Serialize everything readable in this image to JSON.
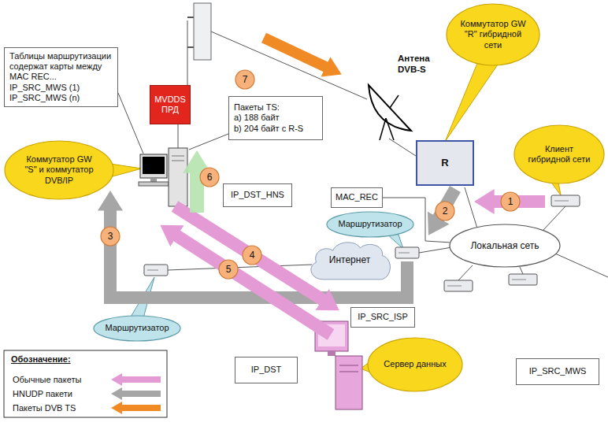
{
  "diagram": {
    "nodes": [
      {
        "text": [
          "Таблицы маршрутизации содержат карты между",
          "MAC REC...",
          "IP_SRC_MWS (1)",
          "IP_SRC_MWS (n)"
        ]
      },
      {
        "text": [
          "MVDDS ПРД"
        ]
      },
      {
        "text": [
          "7"
        ]
      },
      {
        "text": [
          "Коммутатор GW \"R\" гибридной сети"
        ]
      },
      {
        "text": [
          "Пакеты TS:",
          "a) 188 байт",
          "b) 204 байт с R-S"
        ]
      },
      {
        "text": [
          "R"
        ]
      },
      {
        "text": [
          "Клиент гибридной сети"
        ]
      },
      {
        "text": [
          "Коммутатор GW \"S\" и коммутатор DVB/IP"
        ]
      },
      {
        "text": [
          "6"
        ]
      },
      {
        "text": [
          "IP_DST_HNS"
        ]
      },
      {
        "text": [
          "MAC_REC"
        ]
      },
      {
        "text": [
          "1"
        ]
      },
      {
        "text": [
          "Маршрутизатор"
        ]
      },
      {
        "text": [
          "Локальная сеть"
        ]
      },
      {
        "text": [
          "3"
        ]
      },
      {
        "text": [
          "2"
        ]
      },
      {
        "text": [
          "4"
        ]
      },
      {
        "text": [
          "Интернет"
        ]
      },
      {
        "text": [
          "5"
        ]
      },
      {
        "text": [
          "Маршрутизатор"
        ]
      },
      {
        "text": [
          "IP_SRC_ISP"
        ]
      },
      {
        "text": [
          "IP_DST"
        ]
      },
      {
        "text": [
          "Сервер данных"
        ]
      },
      {
        "text": [
          "IP_SRC_MWS"
        ]
      }
    ],
    "edges": [
      {
        "from": 10,
        "to": 13,
        "arrow": "none"
      }
    ],
    "labels": [
      "Антена DVB-S",
      "Обозначение:"
    ],
    "legend": [
      {
        "text": "Обычные пакеты",
        "color": "#e49ad4"
      },
      {
        "text": "HNUDP пакети",
        "color": "#a6a6a6"
      },
      {
        "text": "Пакеты DVB TS",
        "color": "#f08a24"
      }
    ]
  }
}
